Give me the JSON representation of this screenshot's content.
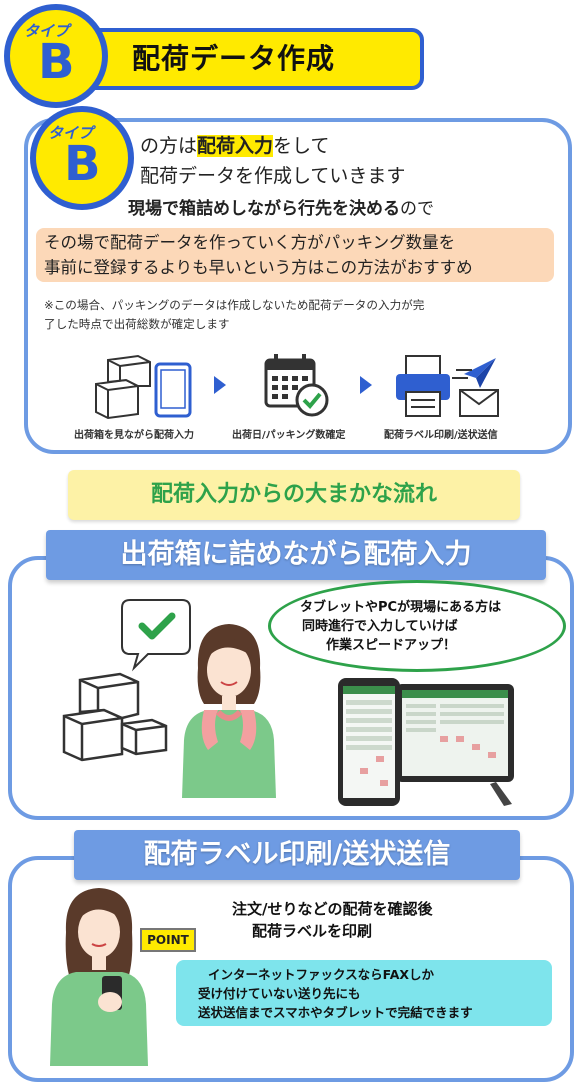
{
  "header": {
    "badge_tag": "タイプ",
    "badge_letter": "B",
    "title": "配荷データ作成"
  },
  "typeB": {
    "badge_tag": "タイプ",
    "badge_letter": "B",
    "line1_pre": "の方は",
    "line1_highlight": "配荷入力",
    "line1_post": "をして",
    "line2": "配荷データを作成していきます",
    "line3_bold": "現場で箱詰めしながら行先を決める",
    "line3_post": "ので",
    "peach_line1": "その場で配荷データを作っていく方がパッキング数量を",
    "peach_line2": "事前に登録するよりも早いという方はこの方法がおすすめ",
    "note_line1": "※この場合、パッキングのデータは作成しないため配荷データの入力が完",
    "note_line2": "了した時点で出荷総数が確定します",
    "steps": [
      {
        "label": "出荷箱を見ながら配荷入力",
        "icon": "boxes-tablet-icon"
      },
      {
        "label": "出荷日/パッキング数確定",
        "icon": "calendar-check-icon"
      },
      {
        "label": "配荷ラベル印刷/送状送信",
        "icon": "printer-mail-icon"
      }
    ]
  },
  "flow_title": "配荷入力からの大まかな流れ",
  "section1": {
    "title": "出荷箱に詰めながら配荷入力",
    "bubble_line1": "タブレットやPCが現場にある方は",
    "bubble_line2": "同時進行で入力していけば",
    "bubble_line3": "作業スピードアップ！"
  },
  "section2": {
    "title": "配荷ラベル印刷/送状送信",
    "line1": "注文/せりなどの配荷を確認後",
    "line2": "配荷ラベルを印刷",
    "point_label": "POINT",
    "cyan_line1": "インターネットファックスならFAXしか",
    "cyan_line2": "受け付けていない送り先にも",
    "cyan_line3": "送状送信までスマホやタブレットで完結できます"
  },
  "colors": {
    "accent_blue": "#2f5fd0",
    "card_border": "#6e9be3",
    "yellow": "#ffea00",
    "green": "#2ea24a",
    "peach": "#fcd8b8",
    "cyan": "#7ee4ec"
  }
}
